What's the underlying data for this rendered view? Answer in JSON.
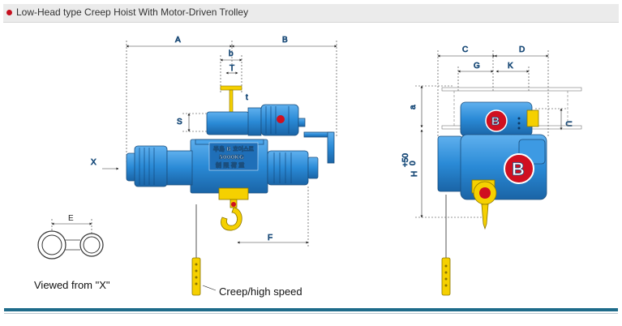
{
  "header": {
    "title": "Low-Head type Creep Hoist With Motor-Driven Trolley"
  },
  "side_view": {
    "dims": {
      "A": "A",
      "B": "B",
      "b": "b",
      "T": "T",
      "t": "t",
      "S": "S",
      "X": "X",
      "F": "F"
    },
    "nameplate": {
      "line1": "半島 B 호이스트",
      "line2": "5000KG",
      "line3": "制 限 荷 重"
    }
  },
  "end_view": {
    "dims": {
      "C": "C",
      "D": "D",
      "G": "G",
      "K": "K",
      "a": "a",
      "U": "U",
      "H": "H",
      "H_sup": "+50",
      "H_sub": "0"
    },
    "logo_letter": "B"
  },
  "wheel_view": {
    "dim_E": "E",
    "caption": "Viewed from \"X\""
  },
  "pendant": {
    "caption": "Creep/high speed"
  },
  "colors": {
    "machine_blue": "#2d8fd8",
    "accent_yellow": "#f5d000",
    "brand_red": "#d01020",
    "footer_teal": "#1e6b8a"
  }
}
